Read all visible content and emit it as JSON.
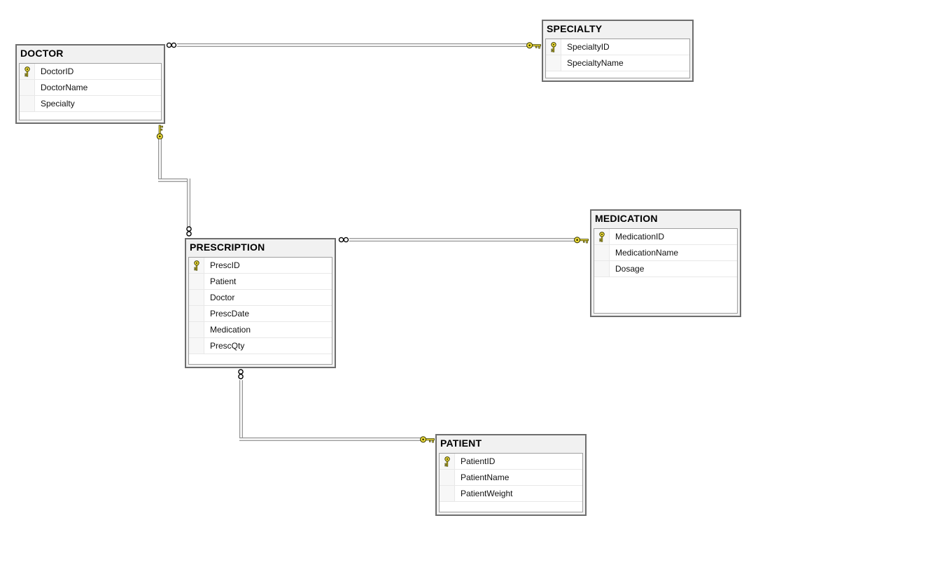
{
  "tables": [
    {
      "name": "DOCTOR",
      "columns": [
        {
          "name": "DoctorID",
          "pk": true
        },
        {
          "name": "DoctorName",
          "pk": false
        },
        {
          "name": "Specialty",
          "pk": false
        }
      ]
    },
    {
      "name": "SPECIALTY",
      "columns": [
        {
          "name": "SpecialtyID",
          "pk": true
        },
        {
          "name": "SpecialtyName",
          "pk": false
        }
      ]
    },
    {
      "name": "PRESCRIPTION",
      "columns": [
        {
          "name": "PrescID",
          "pk": true
        },
        {
          "name": "Patient",
          "pk": false
        },
        {
          "name": "Doctor",
          "pk": false
        },
        {
          "name": "PrescDate",
          "pk": false
        },
        {
          "name": "Medication",
          "pk": false
        },
        {
          "name": "PrescQty",
          "pk": false
        }
      ]
    },
    {
      "name": "MEDICATION",
      "columns": [
        {
          "name": "MedicationID",
          "pk": true
        },
        {
          "name": "MedicationName",
          "pk": false
        },
        {
          "name": "Dosage",
          "pk": false
        }
      ]
    },
    {
      "name": "PATIENT",
      "columns": [
        {
          "name": "PatientID",
          "pk": true
        },
        {
          "name": "PatientName",
          "pk": false
        },
        {
          "name": "PatientWeight",
          "pk": false
        }
      ]
    }
  ],
  "relationships": [
    {
      "many_table": "DOCTOR",
      "one_table": "SPECIALTY",
      "many_symbol": "infinity",
      "one_symbol": "key"
    },
    {
      "many_table": "PRESCRIPTION",
      "one_table": "DOCTOR",
      "many_symbol": "infinity",
      "one_symbol": "key"
    },
    {
      "many_table": "PRESCRIPTION",
      "one_table": "MEDICATION",
      "many_symbol": "infinity",
      "one_symbol": "key"
    },
    {
      "many_table": "PRESCRIPTION",
      "one_table": "PATIENT",
      "many_symbol": "infinity",
      "one_symbol": "key"
    }
  ],
  "icons": {
    "primary_key": "key-icon",
    "many_end": "infinity-icon",
    "one_end": "key-icon"
  },
  "colors": {
    "key_fill": "#f5e23d",
    "key_outline": "#3c3c00",
    "table_border": "#6e6e6e",
    "header_bg": "#f1f1f1",
    "grid_border": "#9f9f9f",
    "row_divider": "#e8e8e8",
    "line_gray": "#8f8f8f",
    "canvas_bg": "#ffffff"
  }
}
